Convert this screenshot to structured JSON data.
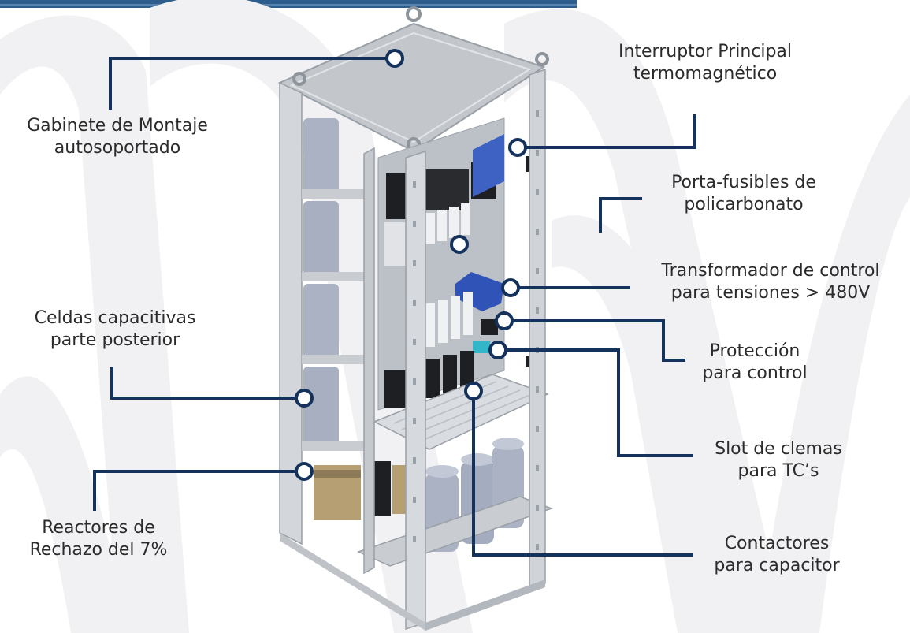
{
  "colors": {
    "leader": "#14325c",
    "marker_fill": "#ffffff",
    "text": "#2b2b2b",
    "top_band": "#2d5d8c",
    "watermark": "#f1f1f3",
    "cabinet_frame": "#c9cdd2",
    "cabinet_top": "#c3c7cc",
    "capacitor": "#aab2c4",
    "component_dark": "#1e1f22",
    "transformer": "#2f53b6",
    "terminal": "#33b6c8"
  },
  "labels": [
    {
      "id": "gabinete",
      "lines": [
        "Gabinete de Montaje",
        "autosoportado"
      ]
    },
    {
      "id": "interruptor",
      "lines": [
        "Interruptor Principal",
        "termomagnético"
      ]
    },
    {
      "id": "porta_fusibles",
      "lines": [
        "Porta-fusibles de",
        "policarbonato"
      ]
    },
    {
      "id": "transformador",
      "lines": [
        "Transformador de control",
        "para tensiones > 480V"
      ]
    },
    {
      "id": "celdas",
      "lines": [
        "Celdas capacitivas",
        "parte posterior"
      ]
    },
    {
      "id": "proteccion",
      "lines": [
        "Protección",
        "para control"
      ]
    },
    {
      "id": "slot",
      "lines": [
        "Slot de clemas",
        "para TC’s"
      ]
    },
    {
      "id": "reactores",
      "lines": [
        "Reactores de",
        "Rechazo del 7%"
      ]
    },
    {
      "id": "contactores",
      "lines": [
        "Contactores",
        "para capacitor"
      ]
    }
  ]
}
